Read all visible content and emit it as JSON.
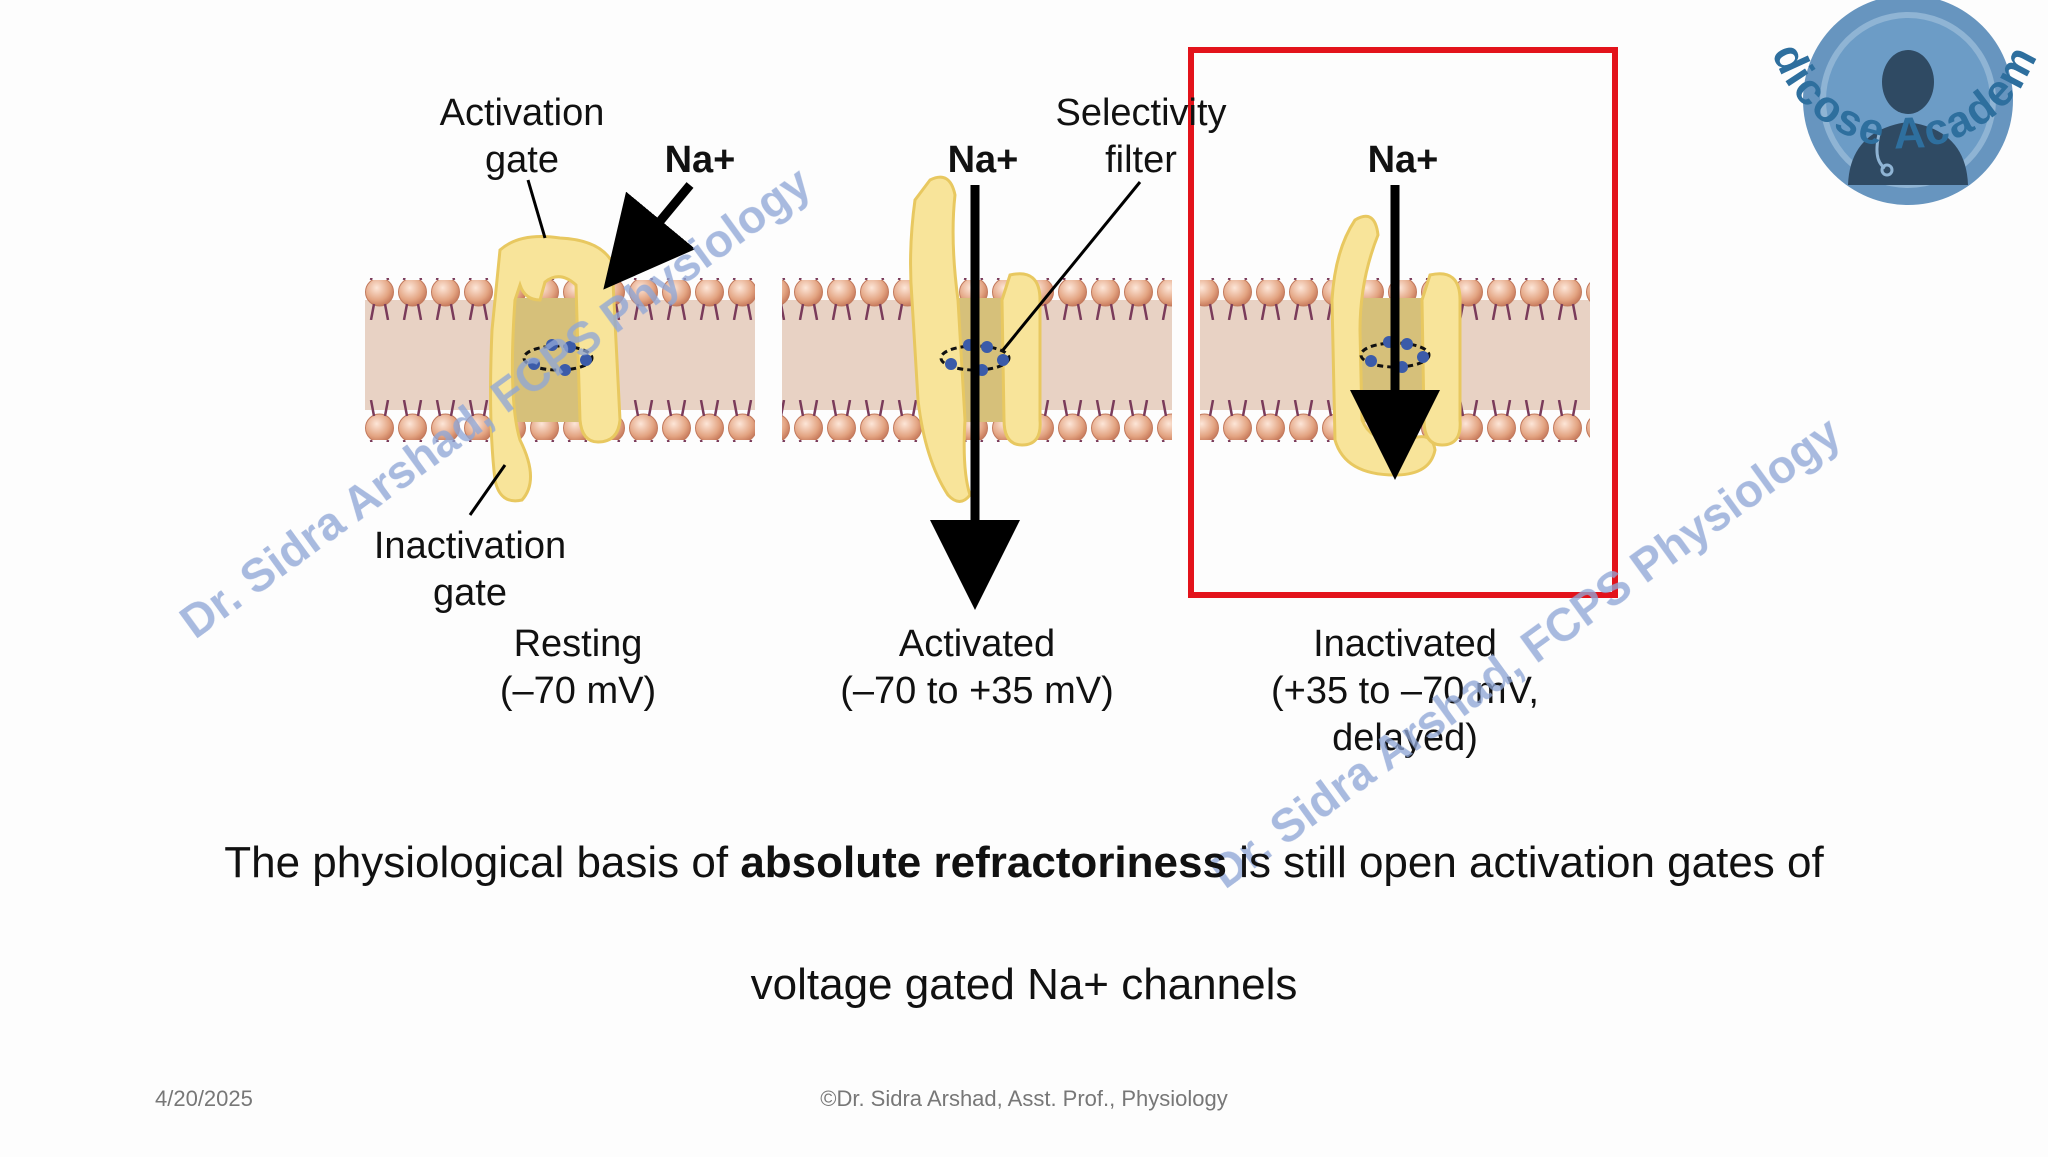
{
  "diagram": {
    "labels": {
      "activation_gate_1": "Activation",
      "activation_gate_2": "gate",
      "na_resting": "Na+",
      "na_activated": "Na+",
      "na_inactivated": "Na+",
      "selectivity_1": "Selectivity",
      "selectivity_2": "filter",
      "inactivation_gate_1": "Inactivation",
      "inactivation_gate_2": "gate"
    },
    "states": [
      {
        "name": "Resting",
        "range": "(–70 mV)",
        "extra": ""
      },
      {
        "name": "Activated",
        "range": "(–70 to +35 mV)",
        "extra": ""
      },
      {
        "name": "Inactivated",
        "range": "(+35 to –70 mV,",
        "extra": "delayed)"
      }
    ]
  },
  "watermark": {
    "text_1": "Dr. Sidra Arshad, FCPS Physiology",
    "text_2": "Dr. Sidra Arshad, FCPS Physiology"
  },
  "logo": {
    "text": "Medicose Academics"
  },
  "caption": {
    "line1_prefix": "The physiological basis of ",
    "line1_bold": "absolute refractoriness",
    "line1_suffix": " is still open activation gates of",
    "line2": "voltage gated Na+ channels"
  },
  "footer": {
    "date": "4/20/2025",
    "credit": "©Dr. Sidra Arshad, Asst. Prof., Physiology"
  },
  "colors": {
    "highlight_box": "#e3131b",
    "gate": "#f8e49a",
    "lipid_head": "#e3a482",
    "watermark": "#8fa6d6"
  }
}
